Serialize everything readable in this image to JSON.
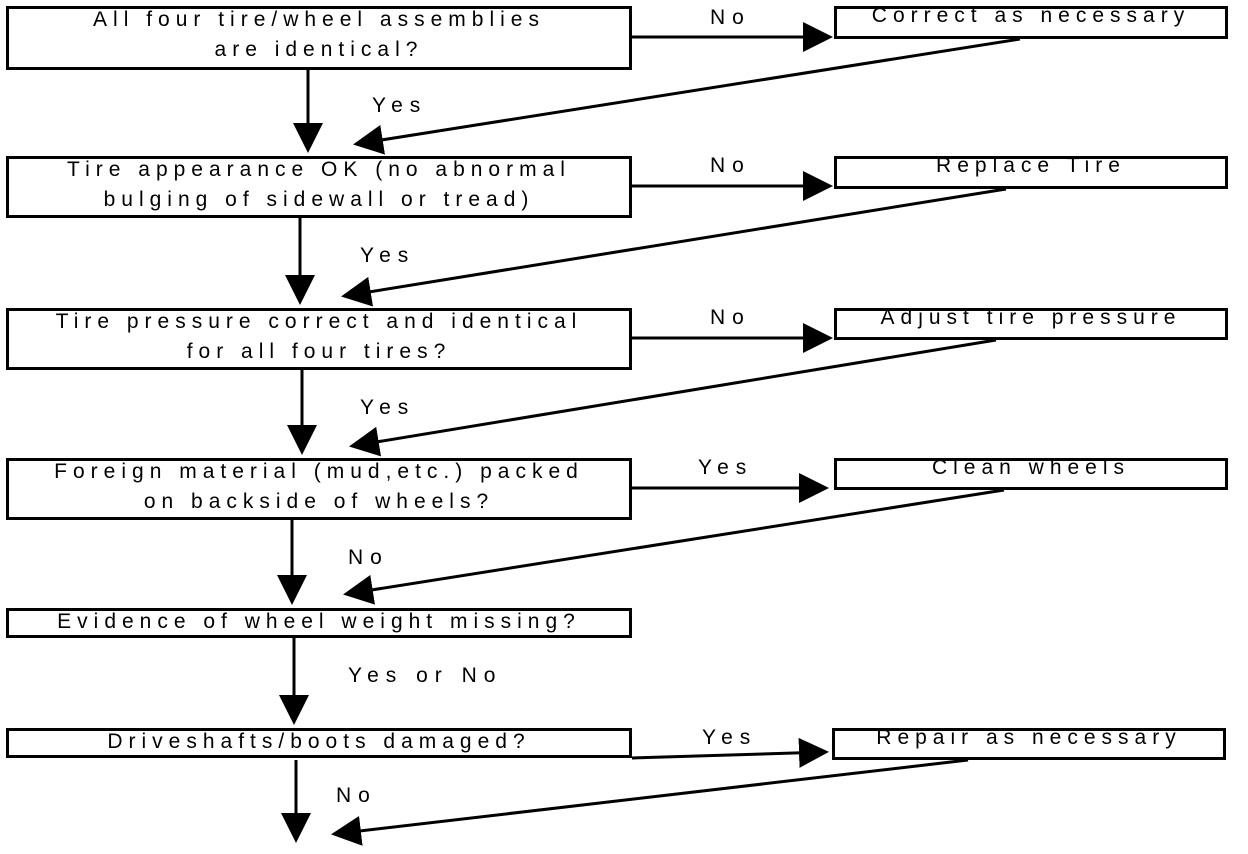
{
  "decisions": [
    {
      "text": "All four tire/wheel assemblies\nare identical?",
      "yes_no": "Yes",
      "side": "No"
    },
    {
      "text": "Tire appearance OK (no abnormal\nbulging of sidewall or tread)",
      "yes_no": "Yes",
      "side": "No"
    },
    {
      "text": "Tire pressure correct and identical\nfor all four tires?",
      "yes_no": "Yes",
      "side": "No"
    },
    {
      "text": "Foreign material (mud,etc.) packed\non backside of wheels?",
      "yes_no": "No",
      "side": "Yes"
    },
    {
      "text": "Evidence of wheel weight missing?",
      "yes_no": "Yes or No",
      "side": ""
    },
    {
      "text": "Driveshafts/boots damaged?",
      "yes_no": "No",
      "side": "Yes"
    }
  ],
  "actions": [
    {
      "text": "Correct as necessary"
    },
    {
      "text": "Replace Tire"
    },
    {
      "text": "Adjust tire pressure"
    },
    {
      "text": "Clean wheels"
    },
    {
      "text": "Repair as necessary"
    }
  ]
}
